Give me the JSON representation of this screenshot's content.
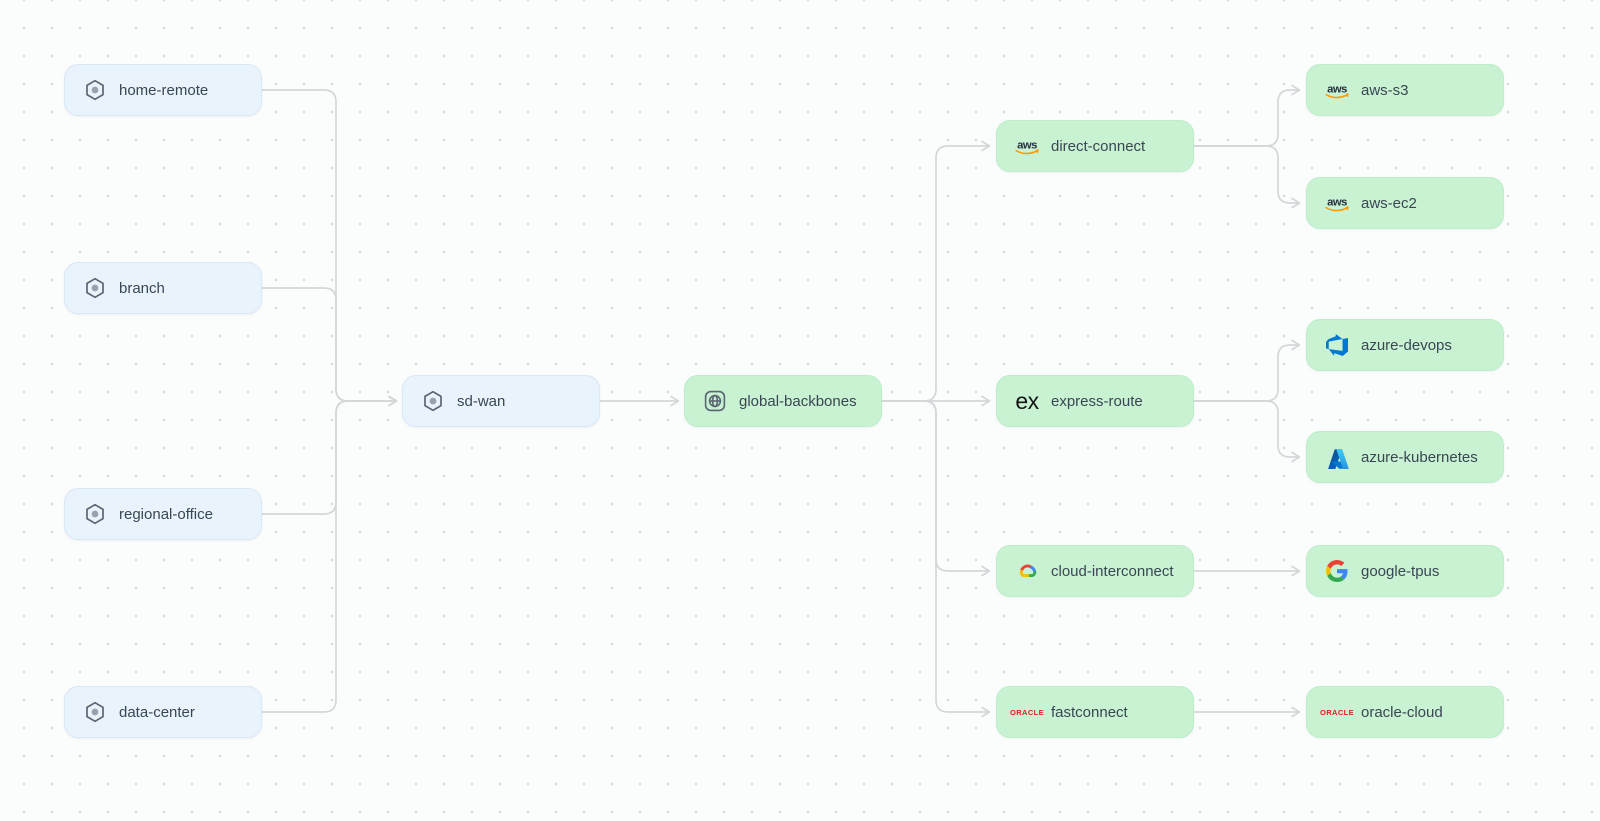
{
  "diagram": {
    "type": "network-topology-flow",
    "background_dot_grid": true,
    "colors": {
      "canvas_bg": "#fbfcfc",
      "dot": "#d5d9dc",
      "edge": "#d4d7d9",
      "arrowhead": "#c7cbce",
      "on_prem_node_bg": "#e9f3fc",
      "on_prem_node_border": "#d9e8f6",
      "cloud_node_bg": "#c8f2d2",
      "cloud_node_border": "#bdeec9",
      "label_text": "#3a4654",
      "aws_orange": "#ff9900",
      "aws_dark": "#252f3e",
      "azure_blue": "#0078d4",
      "oracle_red": "#e21f25"
    },
    "nodes": {
      "home_remote": {
        "label": "home-remote",
        "icon": "network-node"
      },
      "branch": {
        "label": "branch",
        "icon": "network-node"
      },
      "regional_office": {
        "label": "regional-office",
        "icon": "network-node"
      },
      "data_center": {
        "label": "data-center",
        "icon": "network-node"
      },
      "sd_wan": {
        "label": "sd-wan",
        "icon": "network-node"
      },
      "global_backbones": {
        "label": "global-backbones",
        "icon": "globe"
      },
      "direct_connect": {
        "label": "direct-connect",
        "icon": "aws-logo"
      },
      "express_route": {
        "label": "express-route",
        "icon": "express-logo"
      },
      "cloud_interconnect": {
        "label": "cloud-interconnect",
        "icon": "google-cloud-logo"
      },
      "fastconnect": {
        "label": "fastconnect",
        "icon": "oracle-logo"
      },
      "aws_s3": {
        "label": "aws-s3",
        "icon": "aws-logo"
      },
      "aws_ec2": {
        "label": "aws-ec2",
        "icon": "aws-logo"
      },
      "azure_devops": {
        "label": "azure-devops",
        "icon": "azure-devops-logo"
      },
      "azure_kubernetes": {
        "label": "azure-kubernetes",
        "icon": "azure-logo"
      },
      "google_tpus": {
        "label": "google-tpus",
        "icon": "google-logo"
      },
      "oracle_cloud": {
        "label": "oracle-cloud",
        "icon": "oracle-logo"
      }
    },
    "edges": [
      {
        "from": "home-remote",
        "to": "sd-wan"
      },
      {
        "from": "branch",
        "to": "sd-wan"
      },
      {
        "from": "regional-office",
        "to": "sd-wan"
      },
      {
        "from": "data-center",
        "to": "sd-wan"
      },
      {
        "from": "sd-wan",
        "to": "global-backbones"
      },
      {
        "from": "global-backbones",
        "to": "direct-connect"
      },
      {
        "from": "global-backbones",
        "to": "express-route"
      },
      {
        "from": "global-backbones",
        "to": "cloud-interconnect"
      },
      {
        "from": "global-backbones",
        "to": "fastconnect"
      },
      {
        "from": "direct-connect",
        "to": "aws-s3"
      },
      {
        "from": "direct-connect",
        "to": "aws-ec2"
      },
      {
        "from": "express-route",
        "to": "azure-devops"
      },
      {
        "from": "express-route",
        "to": "azure-kubernetes"
      },
      {
        "from": "cloud-interconnect",
        "to": "google-tpus"
      },
      {
        "from": "fastconnect",
        "to": "oracle-cloud"
      }
    ],
    "icon_text": {
      "aws_wordmark": "aws",
      "express_wordmark": "ex",
      "oracle_wordmark": "ORACLE"
    }
  }
}
